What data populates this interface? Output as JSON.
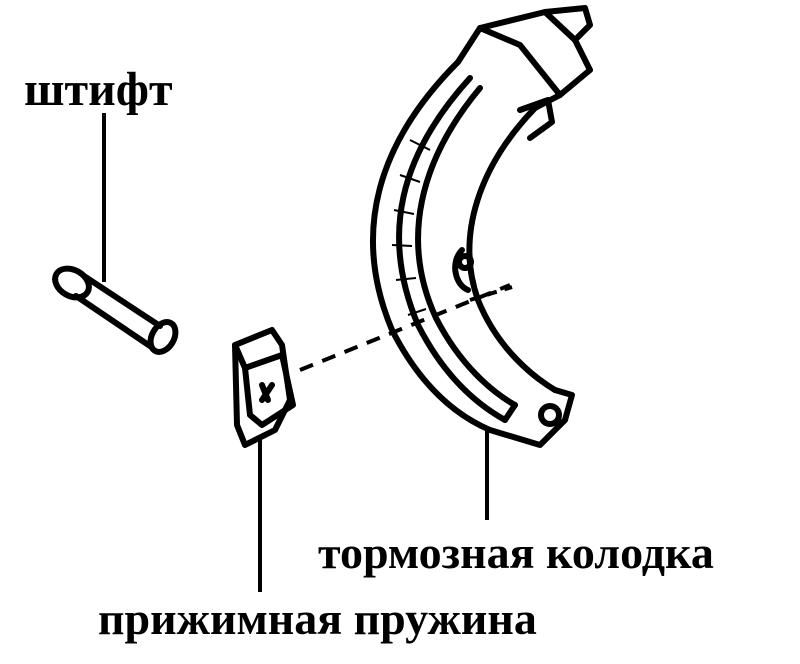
{
  "labels": {
    "pin": "штифт",
    "brake_shoe": "тормозная колодка",
    "hold_down_spring": "прижимная пружина"
  },
  "colors": {
    "ink": "#000000",
    "background": "#ffffff"
  }
}
